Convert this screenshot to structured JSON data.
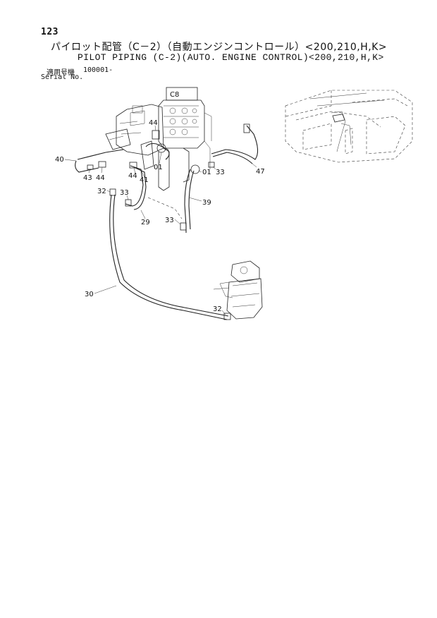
{
  "header": {
    "page_number": "123",
    "title_jp": "パイロット配管（C－2）（自動エンジンコントロール）<200,210,H,K>",
    "title_en": "PILOT PIPING (C-2)(AUTO. ENGINE CONTROL)<200,210,H,K>",
    "serial_label_jp": "適用号機",
    "serial_value": "100001-",
    "serial_label_en": "Serial No."
  },
  "diagram": {
    "valve_label": "C8",
    "callouts": [
      "40",
      "43",
      "44",
      "44",
      "44",
      "41",
      "01",
      "01",
      "33",
      "47",
      "32",
      "33",
      "39",
      "29",
      "33",
      "30",
      "32"
    ]
  }
}
